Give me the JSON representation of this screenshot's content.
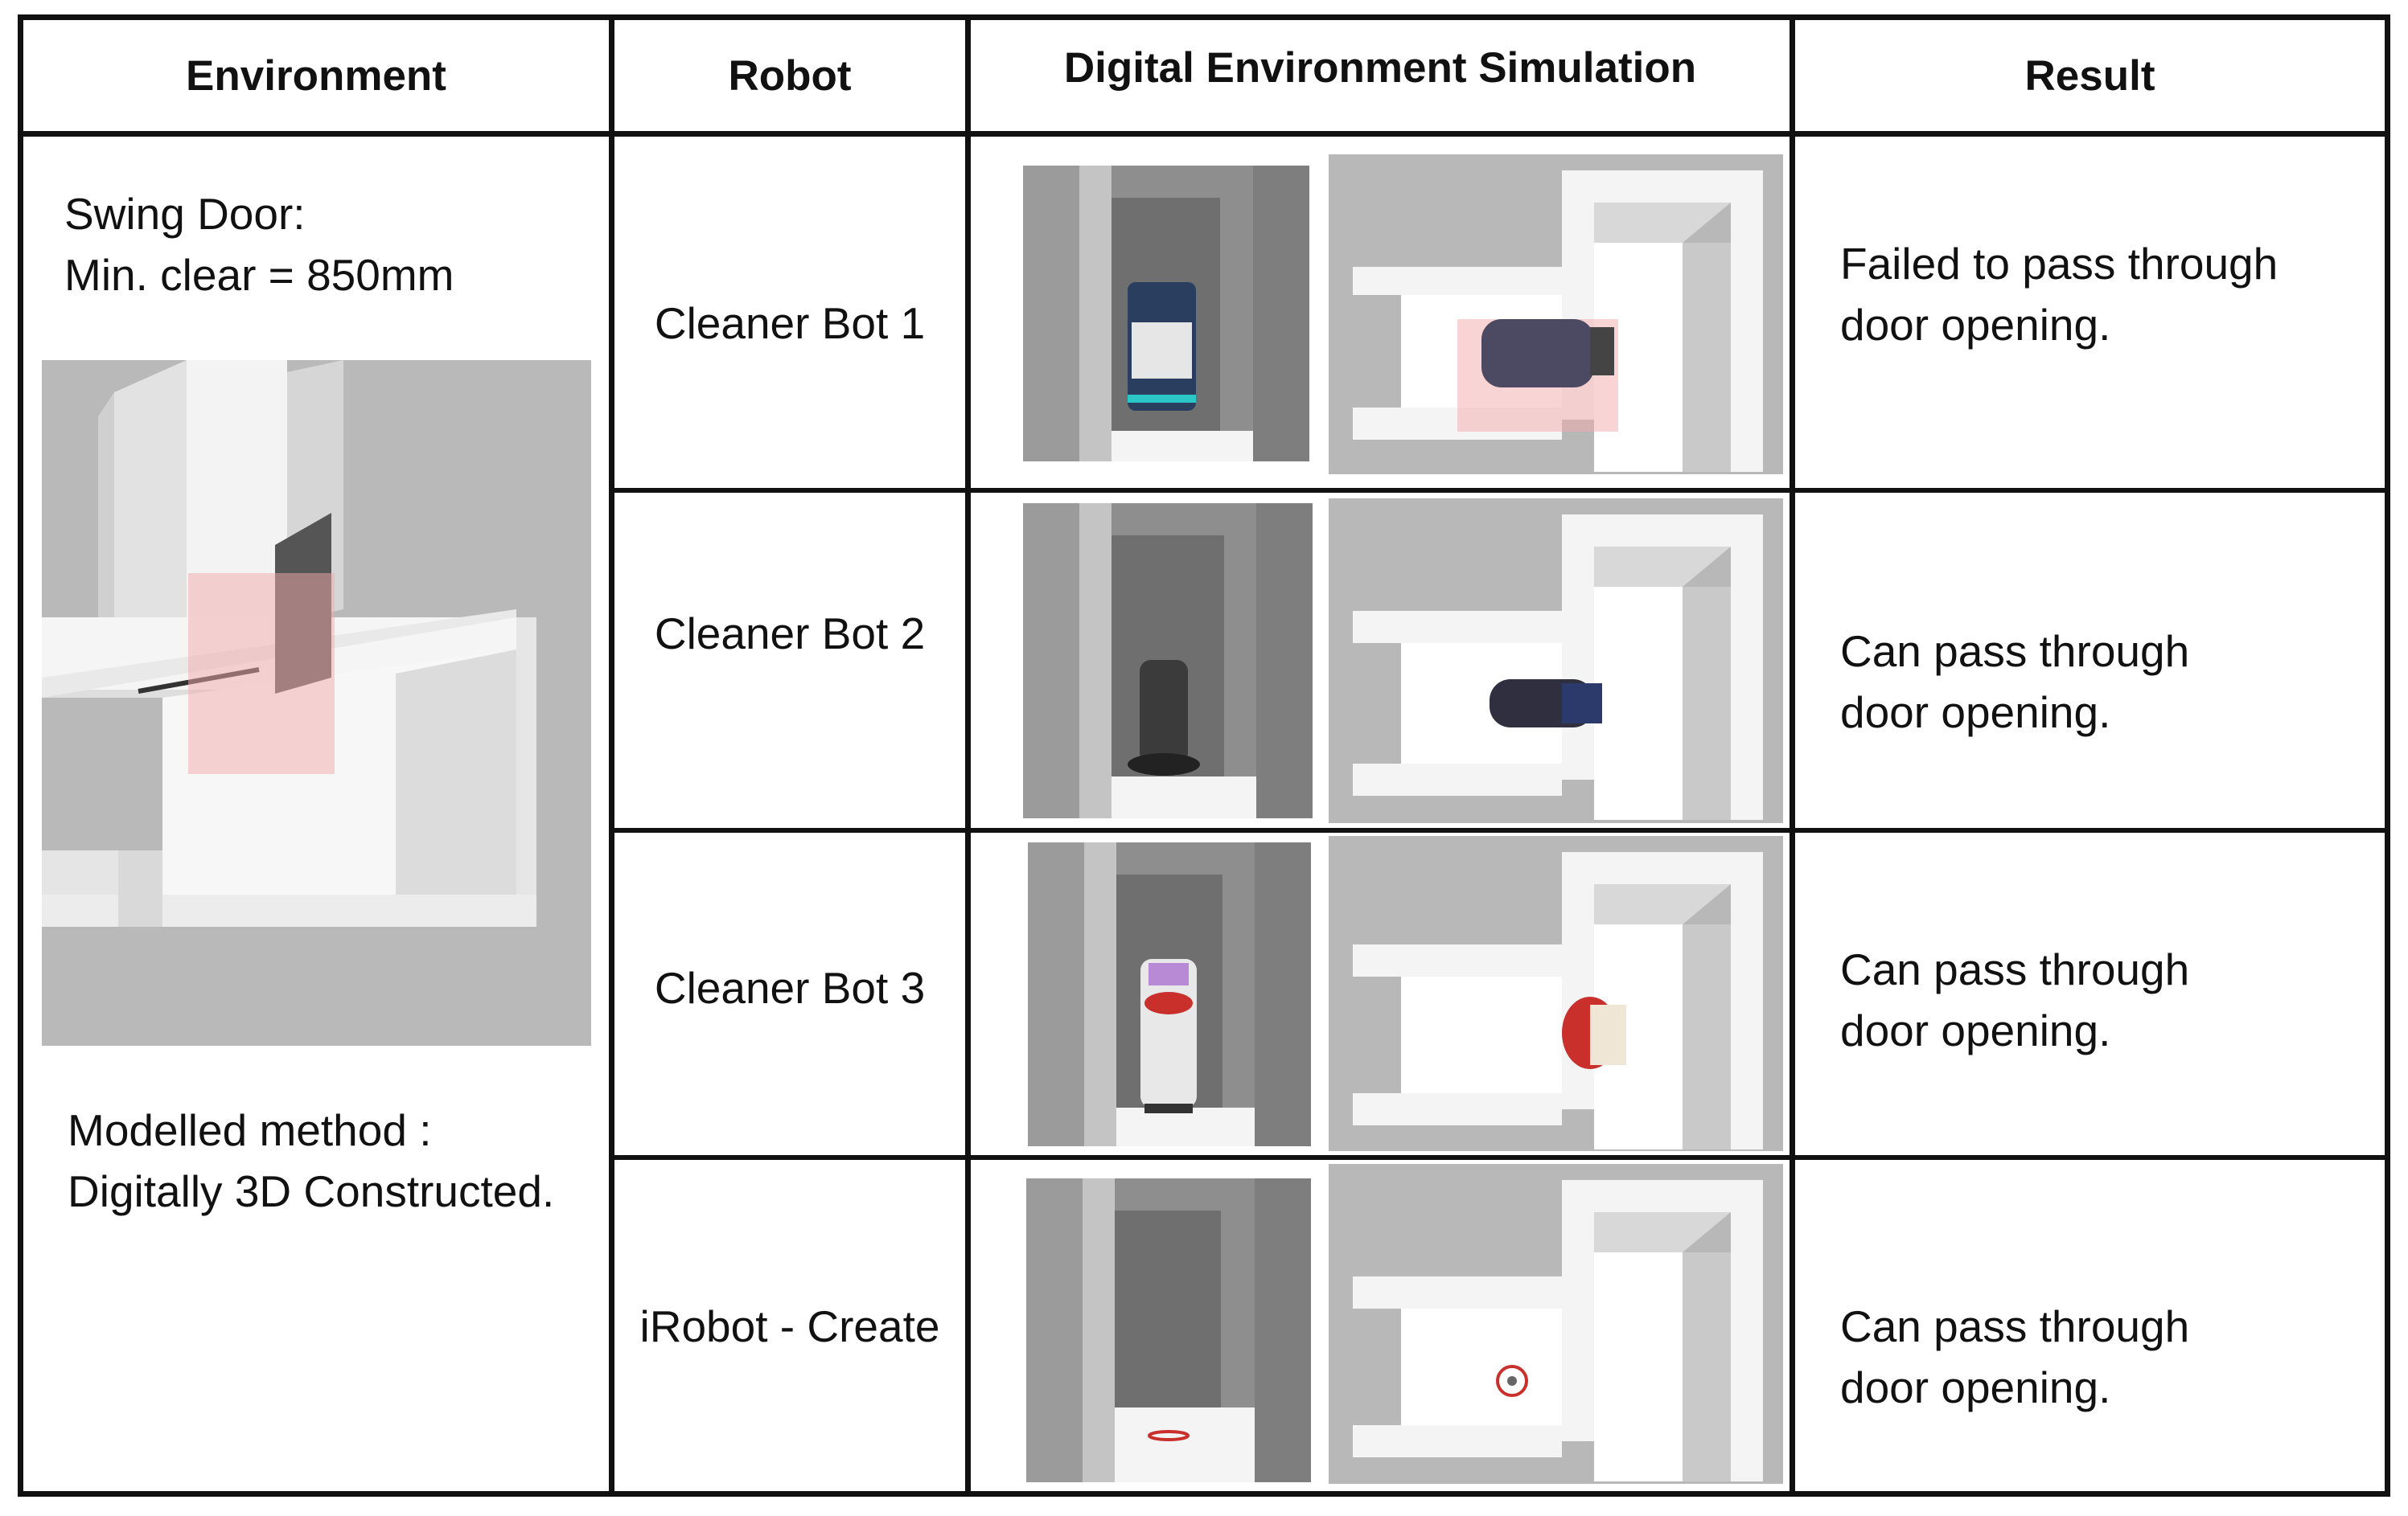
{
  "table": {
    "headers": {
      "environment": "Environment",
      "robot": "Robot",
      "simulation": "Digital Environment Simulation",
      "result": "Result"
    },
    "environment": {
      "title_line1": "Swing Door:",
      "title_line2": "Min. clear = 850mm",
      "method_line1": "Modelled method :",
      "method_line2": "Digitally 3D Constructed."
    },
    "rows": [
      {
        "robot": "Cleaner Bot 1",
        "result_line1": "Failed to pass through",
        "result_line2": "door opening."
      },
      {
        "robot": "Cleaner Bot 2",
        "result_line1": "Can pass through",
        "result_line2": "door opening."
      },
      {
        "robot": "Cleaner Bot 3",
        "result_line1": "Can pass through",
        "result_line2": "door opening."
      },
      {
        "robot": "iRobot - Create",
        "result_line1": "Can pass through",
        "result_line2": "door opening."
      }
    ]
  },
  "colors": {
    "grid": "#111111",
    "render_gray": "#b5b5b5",
    "wall_white": "#f2f2f2",
    "clearance_pink": "#f4b6b6"
  }
}
